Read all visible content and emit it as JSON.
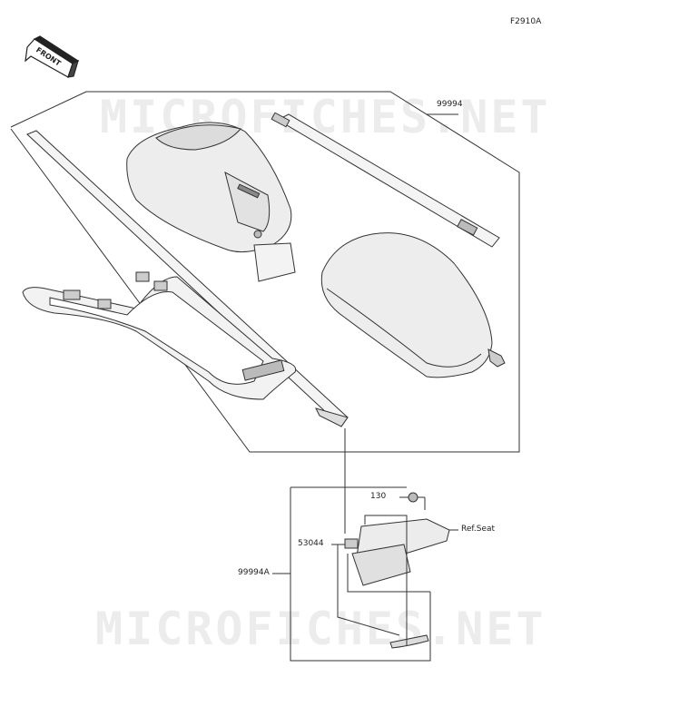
{
  "diagram": {
    "figure_id": "F2910A",
    "direction_label": "FRONT",
    "watermark": "MICROFICHES.NET",
    "parts": {
      "strap": "99994",
      "mount_kit": "99994A",
      "bolt": "130",
      "bracket": "53044",
      "seat_reference": "Ref.Seat"
    }
  }
}
